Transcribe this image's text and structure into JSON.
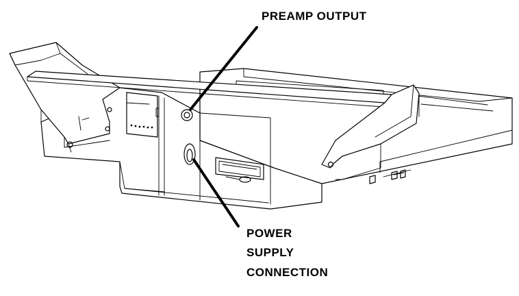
{
  "figure": {
    "subject": "chassis-assembly-isometric",
    "line_color": "#000000",
    "background_color": "#ffffff"
  },
  "callouts": {
    "preamp_output": {
      "label": "PREAMP OUTPUT",
      "target_icon": "round-jack-icon"
    },
    "power_supply": {
      "lines": [
        "POWER",
        "SUPPLY",
        "CONNECTION"
      ],
      "target_icon": "oval-connector-icon"
    }
  }
}
